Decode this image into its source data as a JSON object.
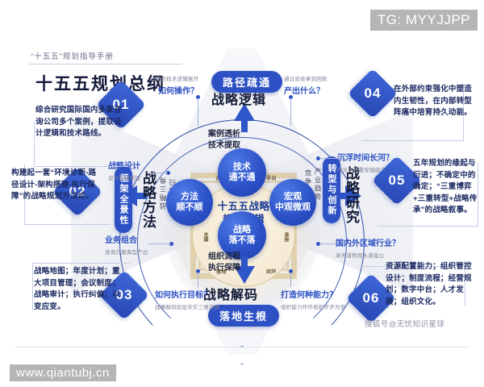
{
  "header": {
    "kicker": "“十五五”规划指导手册",
    "title": "十五五规划总纲"
  },
  "center": {
    "core_line1": "十五五战略",
    "core_line2": "规划逻辑",
    "nodes": {
      "top_line1": "技术",
      "top_line2": "通不通",
      "right_line1": "宏观",
      "right_line2": "中观微观",
      "bottom_line1": "战略",
      "bottom_line2": "落不落",
      "left_line1": "方法",
      "left_line2": "顺不顺"
    },
    "mini_labels": {
      "top_left": "成果",
      "top_right": "导出",
      "left_upper": "驱动",
      "left_lower": "支撑",
      "right_upper": "输出",
      "right_lower": "承接",
      "bottom_left": "落地",
      "bottom_right": "闭环"
    },
    "wedge_labels": {
      "left_outer": "战略三角",
      "left_inner": "价值回归",
      "right_outer": "产业趋势",
      "right_inner": "竞争格局"
    }
  },
  "quadrants": {
    "top": {
      "pill": "路径疏通",
      "title": "战略逻辑",
      "sub_line1": "案例透析",
      "sub_line2": "技术提取"
    },
    "bottom": {
      "pill": "落地生根",
      "title": "战略解码",
      "sub_line1": "组织流程",
      "sub_line2": "执行保障"
    },
    "left": {
      "vertical_pill": "框架全景性",
      "title": "战略方法"
    },
    "right": {
      "vertical_pill": "转型与创新",
      "title": "战略研究"
    }
  },
  "annotations": {
    "top_left": {
      "q": "如何操作？",
      "a": "详细的技术逻辑展开"
    },
    "top_right": {
      "q": "产出什么？",
      "a": "通过验收拿到回款"
    },
    "mid_left": {
      "q": "战略设计",
      "a": "设计逻辑梳理"
    },
    "mid_left_low": {
      "q": "业务组合",
      "a": "咨询方案典型产出"
    },
    "mid_right": {
      "q": "沉浮时间长河？",
      "a": "时光更迭重穿越经济周期"
    },
    "mid_right_low": {
      "q": "国内外区域行业？",
      "a": "承天道势观水满金山"
    },
    "bottom_left": {
      "q": "如何执行目标？",
      "a": "战略解码层层夯实三维蓝图"
    },
    "bottom_right": {
      "q": "打造何种能力？",
      "a": "组织能力环环相扣步步为营"
    }
  },
  "callouts": [
    {
      "number": "01",
      "text": "综合研究国际国内多家咨询公司多个案例，提取设计逻辑和技术路线。"
    },
    {
      "number": "02",
      "text": "构建起一套“环境诊断-路径设计-架构搭建-执行保障”的战略规划方法论。"
    },
    {
      "number": "03",
      "text": "战略地图；年度计划；重大项目管理；会议制度；战略审计；执行纠偏；以变应变。"
    },
    {
      "number": "04",
      "text": "在外部约束强化中塑造内生韧性，在内部转型阵痛中培育持久动能。"
    },
    {
      "number": "05",
      "text": "五年规划的缘起与衍进；不确定中的确定；“三重博弈+三重转型+战略传承”的战略叙事。"
    },
    {
      "number": "06",
      "text": "资源配置能力；组织管控设计；制度流程；经营规划；数字中台；人才发展；组织文化。"
    }
  ],
  "watermarks": {
    "telegram": "TG: MYYJJPP",
    "url": "www.qiantubj.cn",
    "sohu": "搜狐号@无忧知识星球"
  },
  "colors": {
    "accent": "#2d51c4",
    "deep": "#1f3fae",
    "gold": "#d6ba7c",
    "text_dark": "#14193a"
  }
}
